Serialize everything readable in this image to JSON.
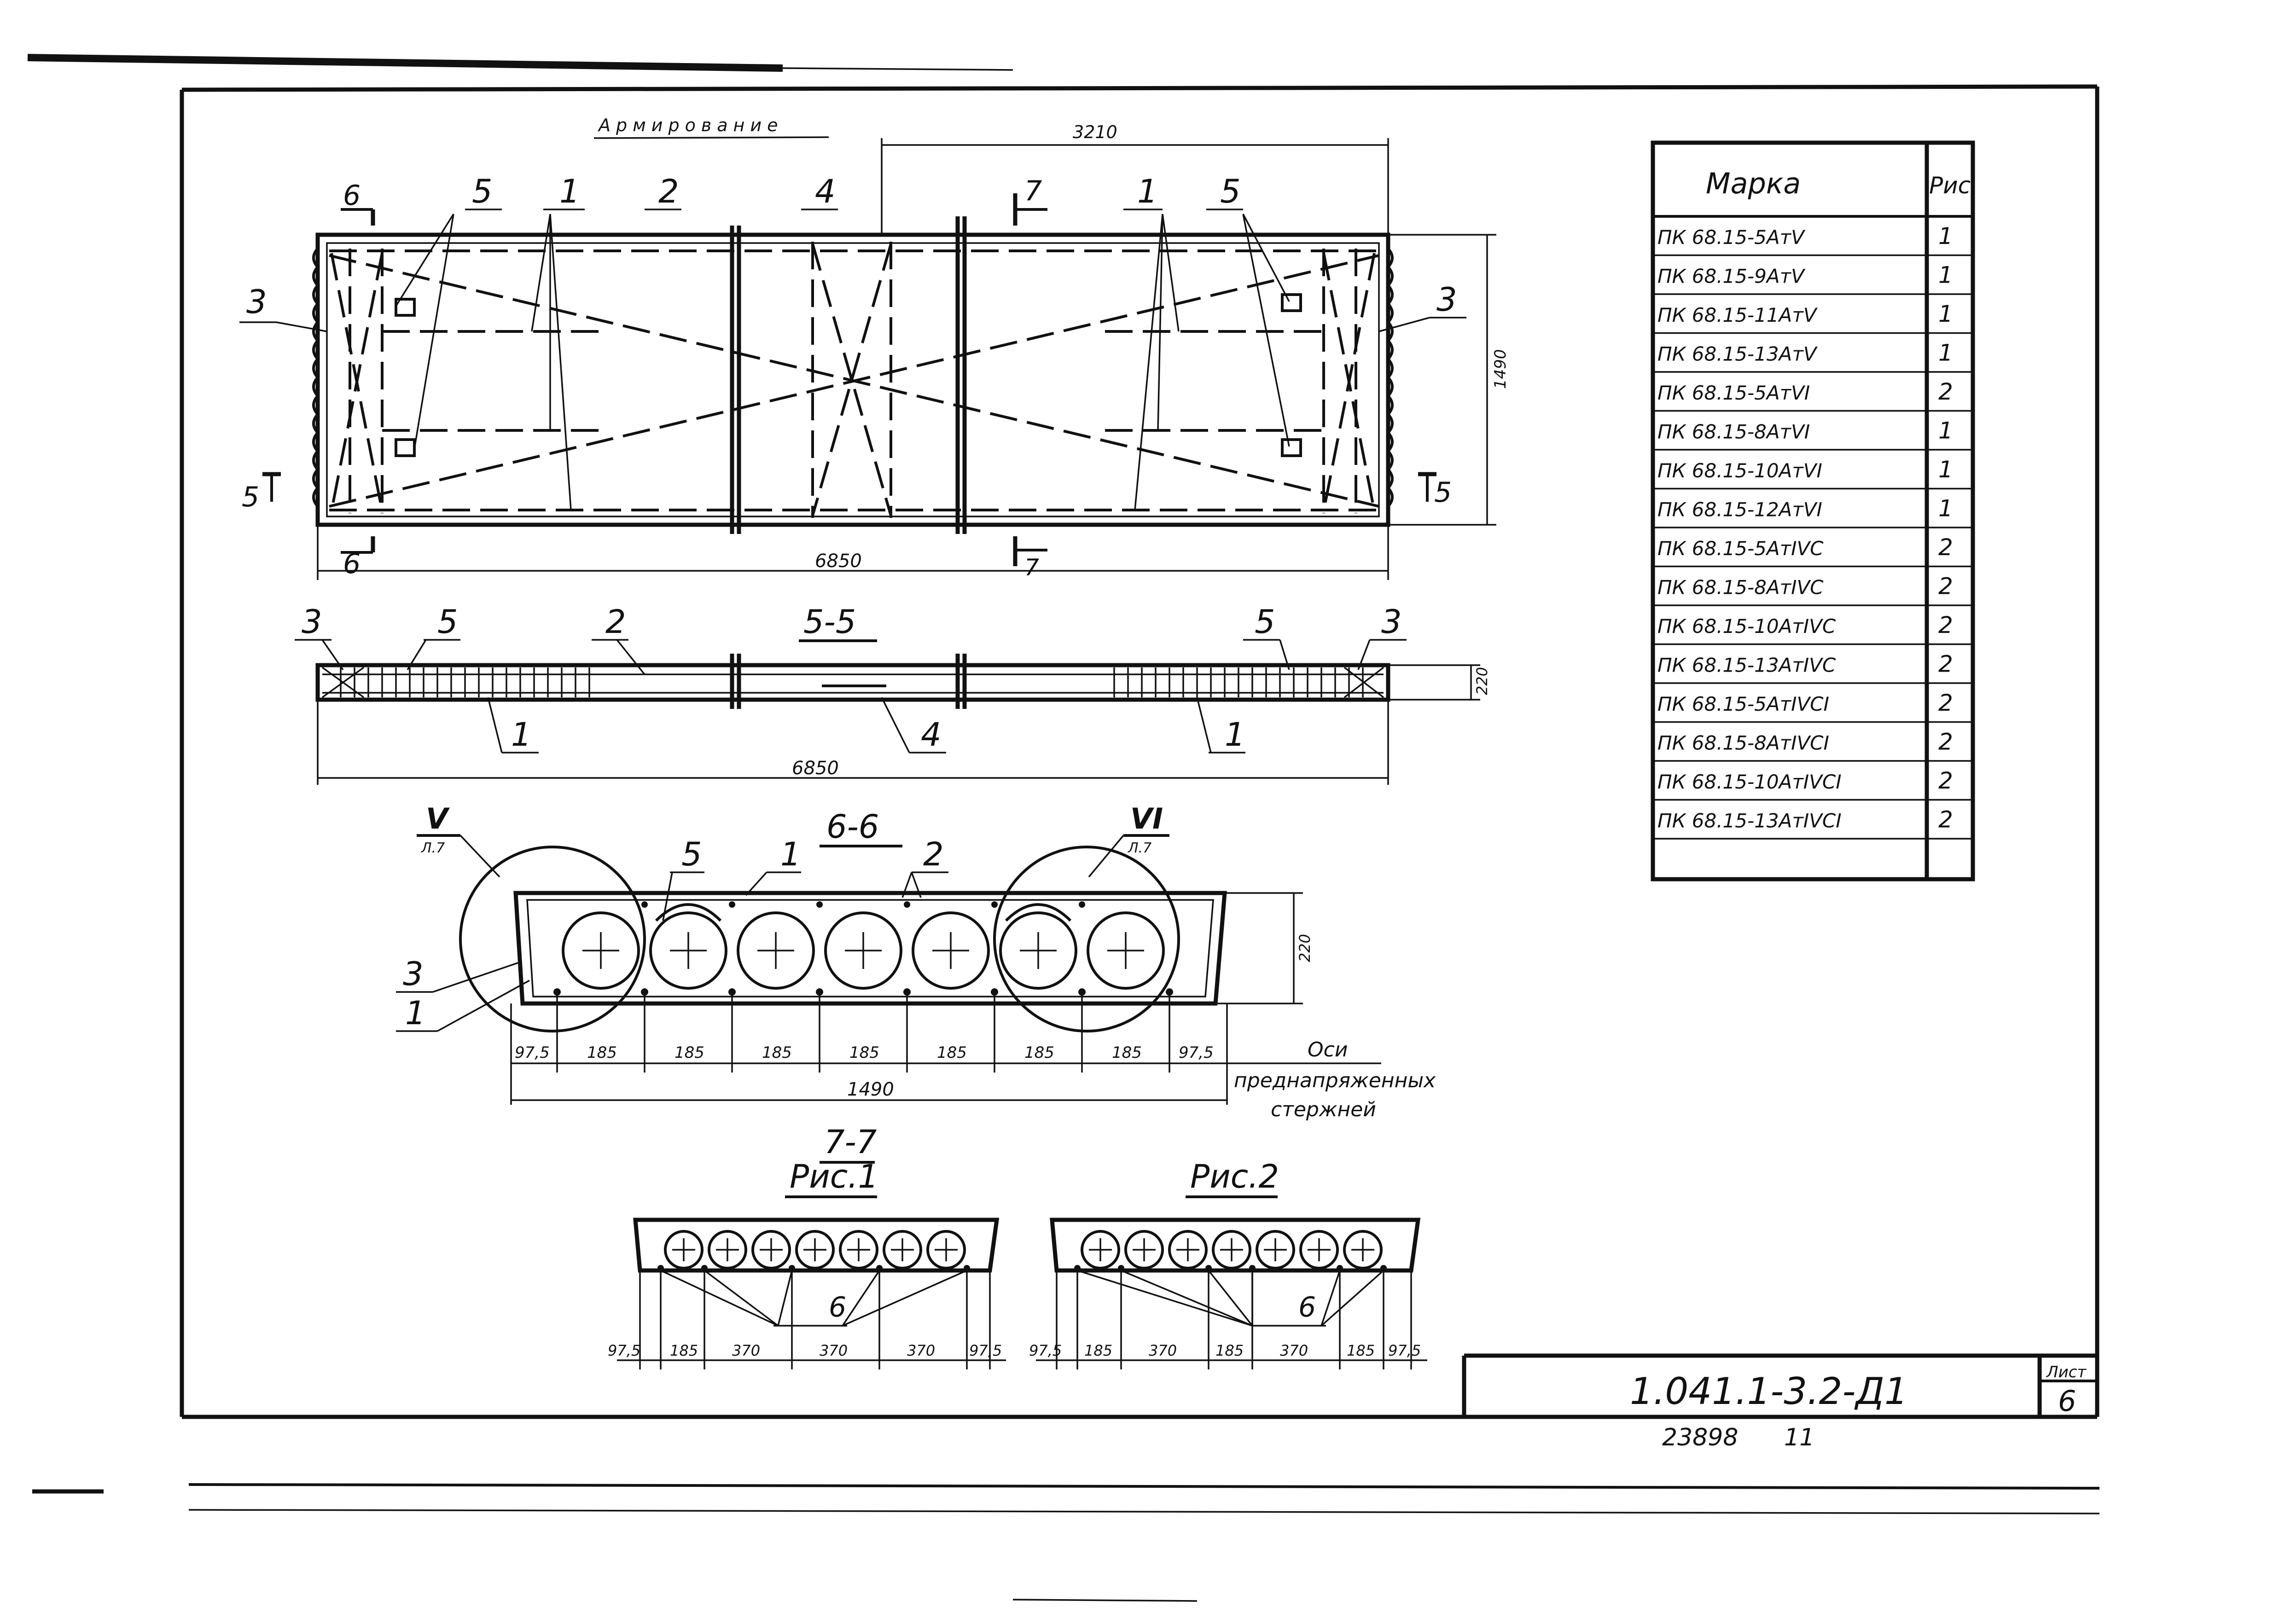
{
  "title": "Армирование",
  "plan": {
    "dim_overall": "6850",
    "dim_half": "3210",
    "dim_width": "1490",
    "cut_6_top": "6",
    "cut_6_bottom": "6",
    "cut_7_top": "7",
    "cut_7_bottom": "7",
    "cut_5_left": "5",
    "cut_5_right": "5",
    "callout_left_5": "5",
    "callout_left_1": "1",
    "callout_2": "2",
    "callout_4": "4",
    "callout_right_1": "1",
    "callout_right_5": "5",
    "callout_left_3": "3",
    "callout_right_3": "3"
  },
  "section_5_5": {
    "title": "5-5",
    "dim_length": "6850",
    "dim_height": "220",
    "callout_3_left": "3",
    "callout_5_left": "5",
    "callout_2": "2",
    "callout_5_right": "5",
    "callout_3_right": "3",
    "callout_1_left": "1",
    "callout_4": "4",
    "callout_1_right": "1"
  },
  "section_6_6": {
    "title": "6-6",
    "node_V": "V",
    "node_V_sheet": "Л.7",
    "node_VI": "VI",
    "node_VI_sheet": "Л.7",
    "callout_5": "5",
    "callout_1_top": "1",
    "callout_2": "2",
    "callout_3": "3",
    "callout_1_bottom": "1",
    "dim_height": "220",
    "dims": [
      "97,5",
      "185",
      "185",
      "185",
      "185",
      "185",
      "185",
      "185",
      "97,5"
    ],
    "dim_total": "1490",
    "axis_note_l1": "Оси",
    "axis_note_l2": "преднапряженных",
    "axis_note_l3": "стержней"
  },
  "section_7_7": {
    "title": "7-7",
    "fig1_label": "Рис.1",
    "fig2_label": "Рис.2",
    "fig1_callout": "6",
    "fig2_callout": "6",
    "fig1_dims": [
      "97,5",
      "185",
      "370",
      "370",
      "370",
      "97,5"
    ],
    "fig2_dims": [
      "97,5",
      "185",
      "370",
      "185",
      "370",
      "185",
      "97,5"
    ]
  },
  "table": {
    "header_mark": "Марка",
    "header_fig": "Рис.",
    "rows": [
      {
        "mark": "ПК 68.15-5АтV",
        "fig": "1"
      },
      {
        "mark": "ПК 68.15-9АтV",
        "fig": "1"
      },
      {
        "mark": "ПК 68.15-11АтV",
        "fig": "1"
      },
      {
        "mark": "ПК 68.15-13АтV",
        "fig": "1"
      },
      {
        "mark": "ПК 68.15-5АтVI",
        "fig": "2"
      },
      {
        "mark": "ПК 68.15-8АтVI",
        "fig": "1"
      },
      {
        "mark": "ПК 68.15-10АтVI",
        "fig": "1"
      },
      {
        "mark": "ПК 68.15-12АтVI",
        "fig": "1"
      },
      {
        "mark": "ПК 68.15-5АтIVC",
        "fig": "2"
      },
      {
        "mark": "ПК 68.15-8АтIVC",
        "fig": "2"
      },
      {
        "mark": "ПК 68.15-10АтIVC",
        "fig": "2"
      },
      {
        "mark": "ПК 68.15-13АтIVC",
        "fig": "2"
      },
      {
        "mark": "ПК 68.15-5АтIVCI",
        "fig": "2"
      },
      {
        "mark": "ПК 68.15-8АтIVCI",
        "fig": "2"
      },
      {
        "mark": "ПК 68.15-10АтIVCI",
        "fig": "2"
      },
      {
        "mark": "ПК 68.15-13АтIVCI",
        "fig": "2"
      }
    ]
  },
  "stamp": {
    "code": "1.041.1-3.2-Д1",
    "sheet_label": "Лист",
    "sheet_no": "6",
    "inventory": "23898",
    "copy_no": "11"
  }
}
